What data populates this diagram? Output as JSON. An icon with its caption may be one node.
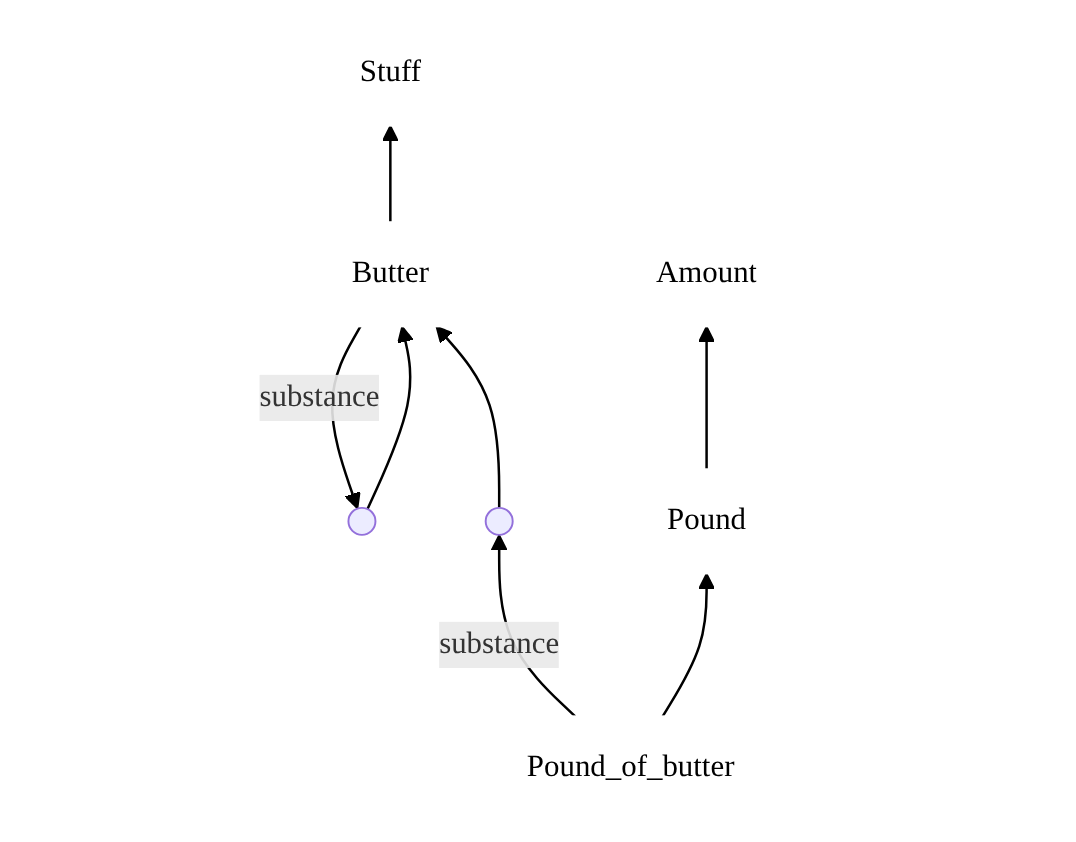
{
  "diagram": {
    "nodes": [
      {
        "text": [
          "Stuff"
        ]
      },
      {
        "text": [
          "Amount"
        ]
      },
      {
        "text": [],
        "shape": "circle"
      },
      {
        "text": [
          "Butter"
        ]
      },
      {
        "text": [
          "Pound"
        ]
      },
      {
        "text": [],
        "shape": "circle"
      },
      {
        "text": [
          "Pound_of_butter"
        ]
      }
    ],
    "edges": [
      {
        "from": 3,
        "to": 0,
        "arrow": "to"
      },
      {
        "from": 3,
        "to": 2,
        "arrow": "to",
        "label": "substance"
      },
      {
        "from": 2,
        "to": 3,
        "arrow": "to"
      },
      {
        "from": 4,
        "to": 1,
        "arrow": "to"
      },
      {
        "from": 6,
        "to": 4,
        "arrow": "to"
      },
      {
        "from": 6,
        "to": 5,
        "arrow": "to",
        "label": "substance"
      },
      {
        "from": 5,
        "to": 3,
        "arrow": "to"
      }
    ]
  }
}
